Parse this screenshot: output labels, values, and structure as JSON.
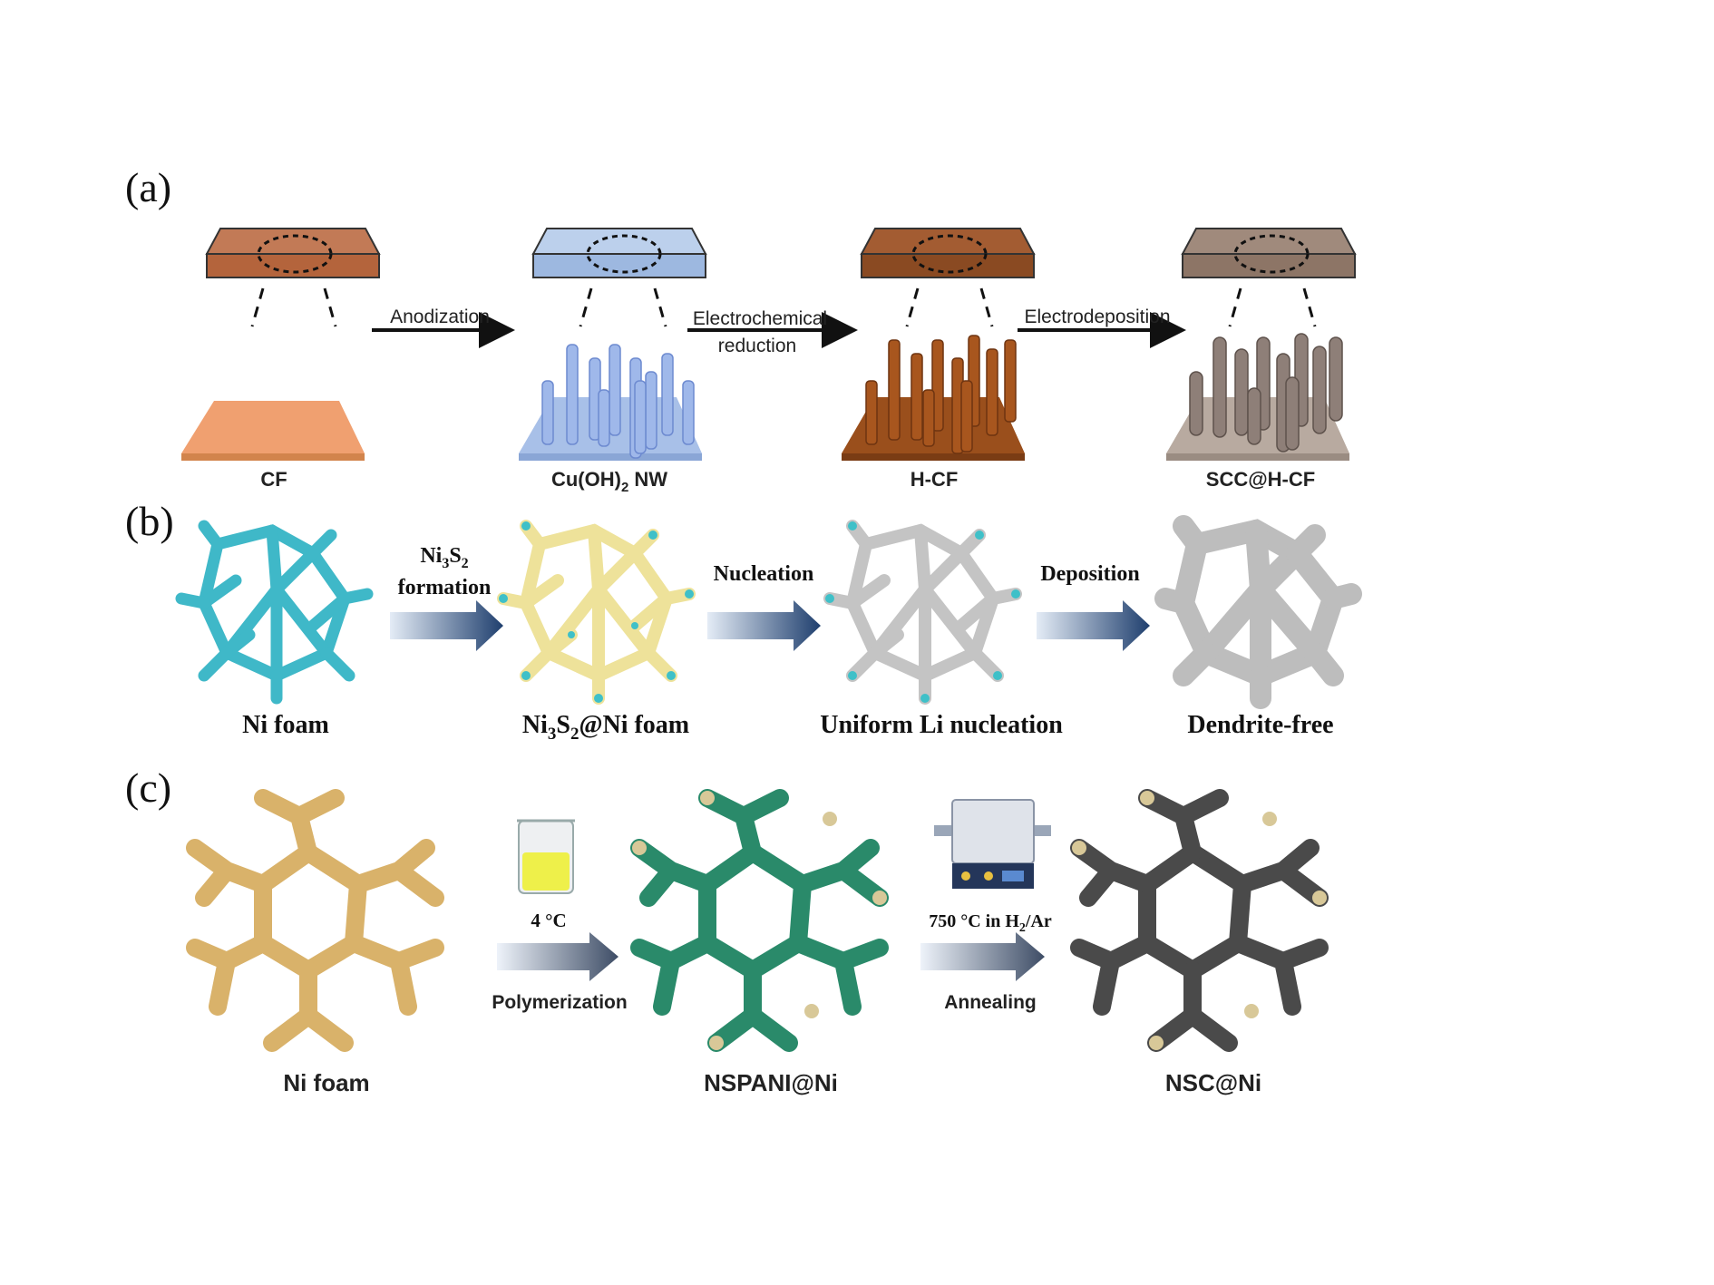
{
  "panels": [
    {
      "label": "(a)",
      "stages": [
        "CF",
        "Cu(OH)",
        "2",
        " NW",
        "H-CF",
        "SCC@H-CF"
      ],
      "steps": [
        "Anodization",
        "Electrochemical",
        "reduction",
        "Electrodeposition"
      ]
    },
    {
      "label": "(b)",
      "stages": [
        "Ni foam",
        "Ni",
        "3",
        "S",
        "2",
        "@Ni foam",
        "Uniform Li nucleation",
        "Dendrite-free"
      ],
      "steps": [
        "Ni",
        "3",
        "S",
        "2",
        "formation",
        "Nucleation",
        "Deposition"
      ]
    },
    {
      "label": "(c)",
      "stages": [
        "Ni foam",
        "NSPANI@Ni",
        "NSC@Ni"
      ],
      "steps": [
        "4 °C",
        "Polymerization",
        "750 °C in H",
        "2",
        "/Ar",
        "Annealing"
      ]
    }
  ],
  "colors": {
    "copper_foil": "#f0a070",
    "cu_oh2": "#a8c0e8",
    "h_cf": "#9a4f1c",
    "scc": "#b8aaa0",
    "ni_foam_cyan": "#3fb8c8",
    "ni3s2": "#f0e6a0",
    "li_gray": "#c8c8c8",
    "ni_foam_tan": "#d9b26a",
    "nspani_green": "#2a8a6a",
    "nsc_dark": "#4a4a4a"
  }
}
